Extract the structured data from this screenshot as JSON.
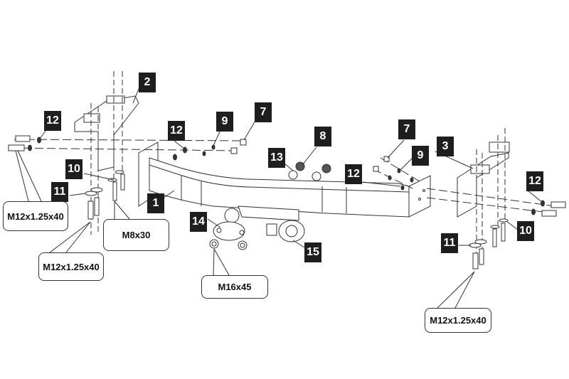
{
  "part_numbers": [
    {
      "id": "tag-2",
      "label": "2"
    },
    {
      "id": "tag-12a",
      "label": "12"
    },
    {
      "id": "tag-12b",
      "label": "12"
    },
    {
      "id": "tag-9a",
      "label": "9"
    },
    {
      "id": "tag-7a",
      "label": "7"
    },
    {
      "id": "tag-8",
      "label": "8"
    },
    {
      "id": "tag-13",
      "label": "13"
    },
    {
      "id": "tag-7b",
      "label": "7"
    },
    {
      "id": "tag-9b",
      "label": "9"
    },
    {
      "id": "tag-3",
      "label": "3"
    },
    {
      "id": "tag-12c",
      "label": "12"
    },
    {
      "id": "tag-12d",
      "label": "12"
    },
    {
      "id": "tag-10a",
      "label": "10"
    },
    {
      "id": "tag-11a",
      "label": "11"
    },
    {
      "id": "tag-1",
      "label": "1"
    },
    {
      "id": "tag-14",
      "label": "14"
    },
    {
      "id": "tag-15",
      "label": "15"
    },
    {
      "id": "tag-11b",
      "label": "11"
    },
    {
      "id": "tag-10b",
      "label": "10"
    }
  ],
  "bolt_specs": [
    {
      "label": "M12x1.25x40"
    },
    {
      "label": "M12x1.25x40"
    },
    {
      "label": "M8x30"
    },
    {
      "label": "M16x45"
    },
    {
      "label": "M12x1.25x40"
    }
  ],
  "colors": {
    "tag_bg": "#1e1e1e",
    "line": "#333333"
  }
}
